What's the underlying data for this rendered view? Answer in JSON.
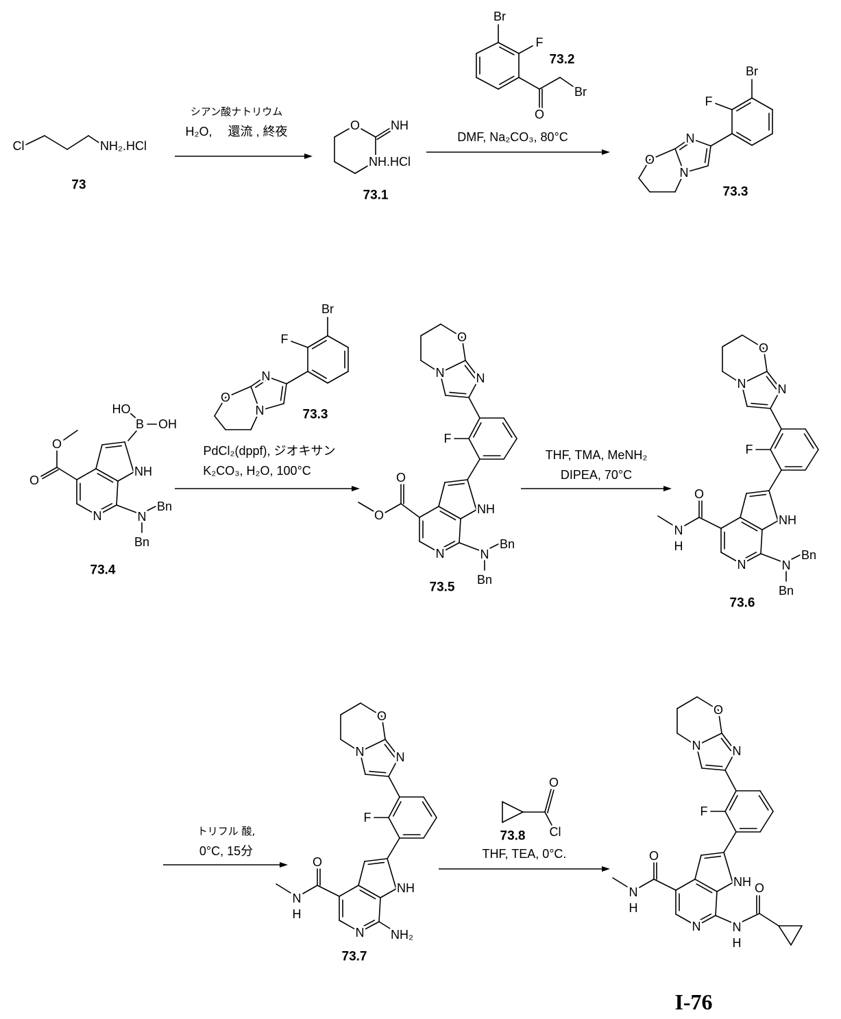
{
  "compounds": {
    "c73": "73",
    "c73_1": "73.1",
    "c73_2": "73.2",
    "c73_3": "73.3",
    "c73_4": "73.4",
    "c73_5": "73.5",
    "c73_6": "73.6",
    "c73_7": "73.7",
    "c73_8": "73.8",
    "i76": "I-76"
  },
  "steps": [
    {
      "lines": [
        "シアン酸ナトリウム",
        "H₂O,　 還流 , 終夜"
      ]
    },
    {
      "lines": [
        "DMF, Na₂CO₃, 80°C"
      ]
    },
    {
      "lines": [
        "PdCl₂(dppf), ジオキサン",
        "K₂CO₃, H₂O, 100°C"
      ]
    },
    {
      "lines": [
        "THF, TMA, MeNH₂",
        "DIPEA, 70°C"
      ]
    },
    {
      "lines": [
        "トリフル 酸,",
        "0°C, 15分"
      ]
    },
    {
      "lines": [
        "THF, TEA, 0°C."
      ]
    }
  ],
  "atoms": {
    "Cl": "Cl",
    "NH2HCl": "NH₂.HCl",
    "NHHCl": "NH.HCl",
    "O": "O",
    "N": "N",
    "NH": "NH",
    "H": "H",
    "Br": "Br",
    "F": "F",
    "B": "B",
    "HO": "HO",
    "OH": "OH",
    "Bn": "Bn",
    "NH2": "NH₂"
  }
}
